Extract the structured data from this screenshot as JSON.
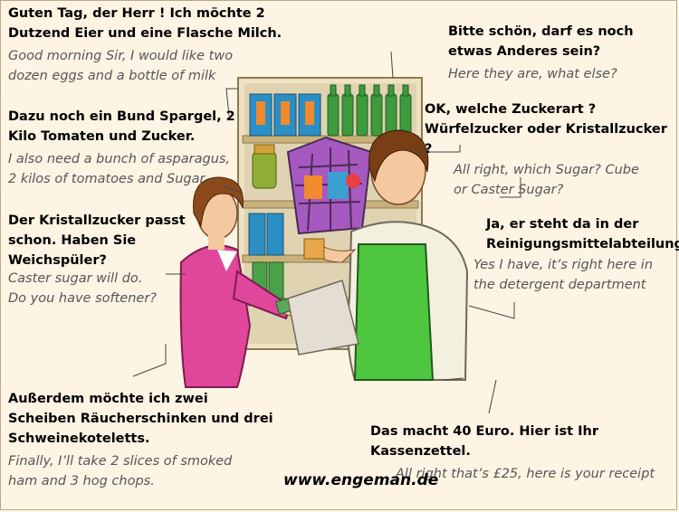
{
  "dialogue": [
    {
      "speaker": "customer",
      "german": "Guten Tag, der Herr ! Ich möchte 2\nDutzend Eier und eine Flasche Milch.",
      "english": "Good morning Sir, I would like two\ndozen eggs and a bottle of milk"
    },
    {
      "speaker": "customer",
      "german": "Dazu noch ein Bund Spargel, 2\nKilo Tomaten und Zucker.",
      "english": "I also need a bunch of asparagus,\n2 kilos of tomatoes and Sugar."
    },
    {
      "speaker": "customer",
      "german": "Der Kristallzucker passt\nschon. Haben Sie\nWeichspüler?",
      "english": "Caster sugar will do.\nDo you have softener?"
    },
    {
      "speaker": "customer",
      "german": "Außerdem möchte ich zwei\nScheiben Räucherschinken und drei\nSchweinekoteletts.",
      "english": "Finally, I’ll take 2 slices of smoked\nham and 3 hog chops."
    },
    {
      "speaker": "shopkeeper",
      "german": "Bitte schön, darf es noch\netwas Anderes sein?",
      "english": "Here they are, what else?"
    },
    {
      "speaker": "shopkeeper",
      "german": "OK, welche Zuckerart ?\nWürfelzucker oder Kristallzucker ?",
      "english": "All right, which Sugar? Cube\nor Caster Sugar?"
    },
    {
      "speaker": "shopkeeper",
      "german": "Ja, er steht da in der\nReinigungsmittelabteilung.",
      "english": "Yes I have, it’s right here in\nthe detergent department"
    },
    {
      "speaker": "shopkeeper",
      "german": "Das macht 40 Euro. Hier ist Ihr Kassenzettel.",
      "english": "All right that’s £25, here is your receipt"
    }
  ],
  "website": "www.engeman.de",
  "colors": {
    "background": "#fdf4e3",
    "german_text": "#000000",
    "english_text": "#565656",
    "woman_jacket": "#e0479b",
    "man_apron": "#4fc63f",
    "shelf_frame": "#c9b27a"
  }
}
